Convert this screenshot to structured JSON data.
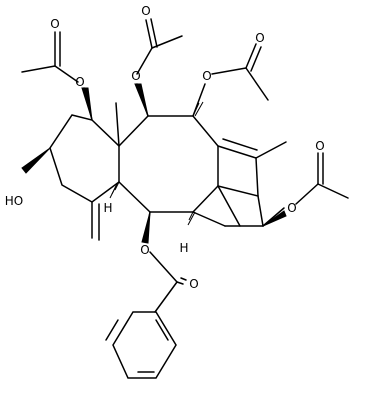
{
  "molecule": {
    "atom_labels": {
      "o_ac1_ring": "O",
      "o_ac1_carbonyl": "O",
      "o_ac2_ring": "O",
      "o_ac2_carbonyl": "O",
      "o_ac3_ring": "O",
      "o_ac3_carbonyl": "O",
      "o_ac4_ring": "O",
      "o_ac4_carbonyl": "O",
      "hydroxyl": "HO",
      "o_benzoyl_ring": "O",
      "o_benzoyl_carbonyl": "O",
      "h_ring_junction_left": "H",
      "h_ring_junction_right": "H"
    },
    "colors": {
      "ink": "#000000",
      "background": "#ffffff"
    }
  }
}
